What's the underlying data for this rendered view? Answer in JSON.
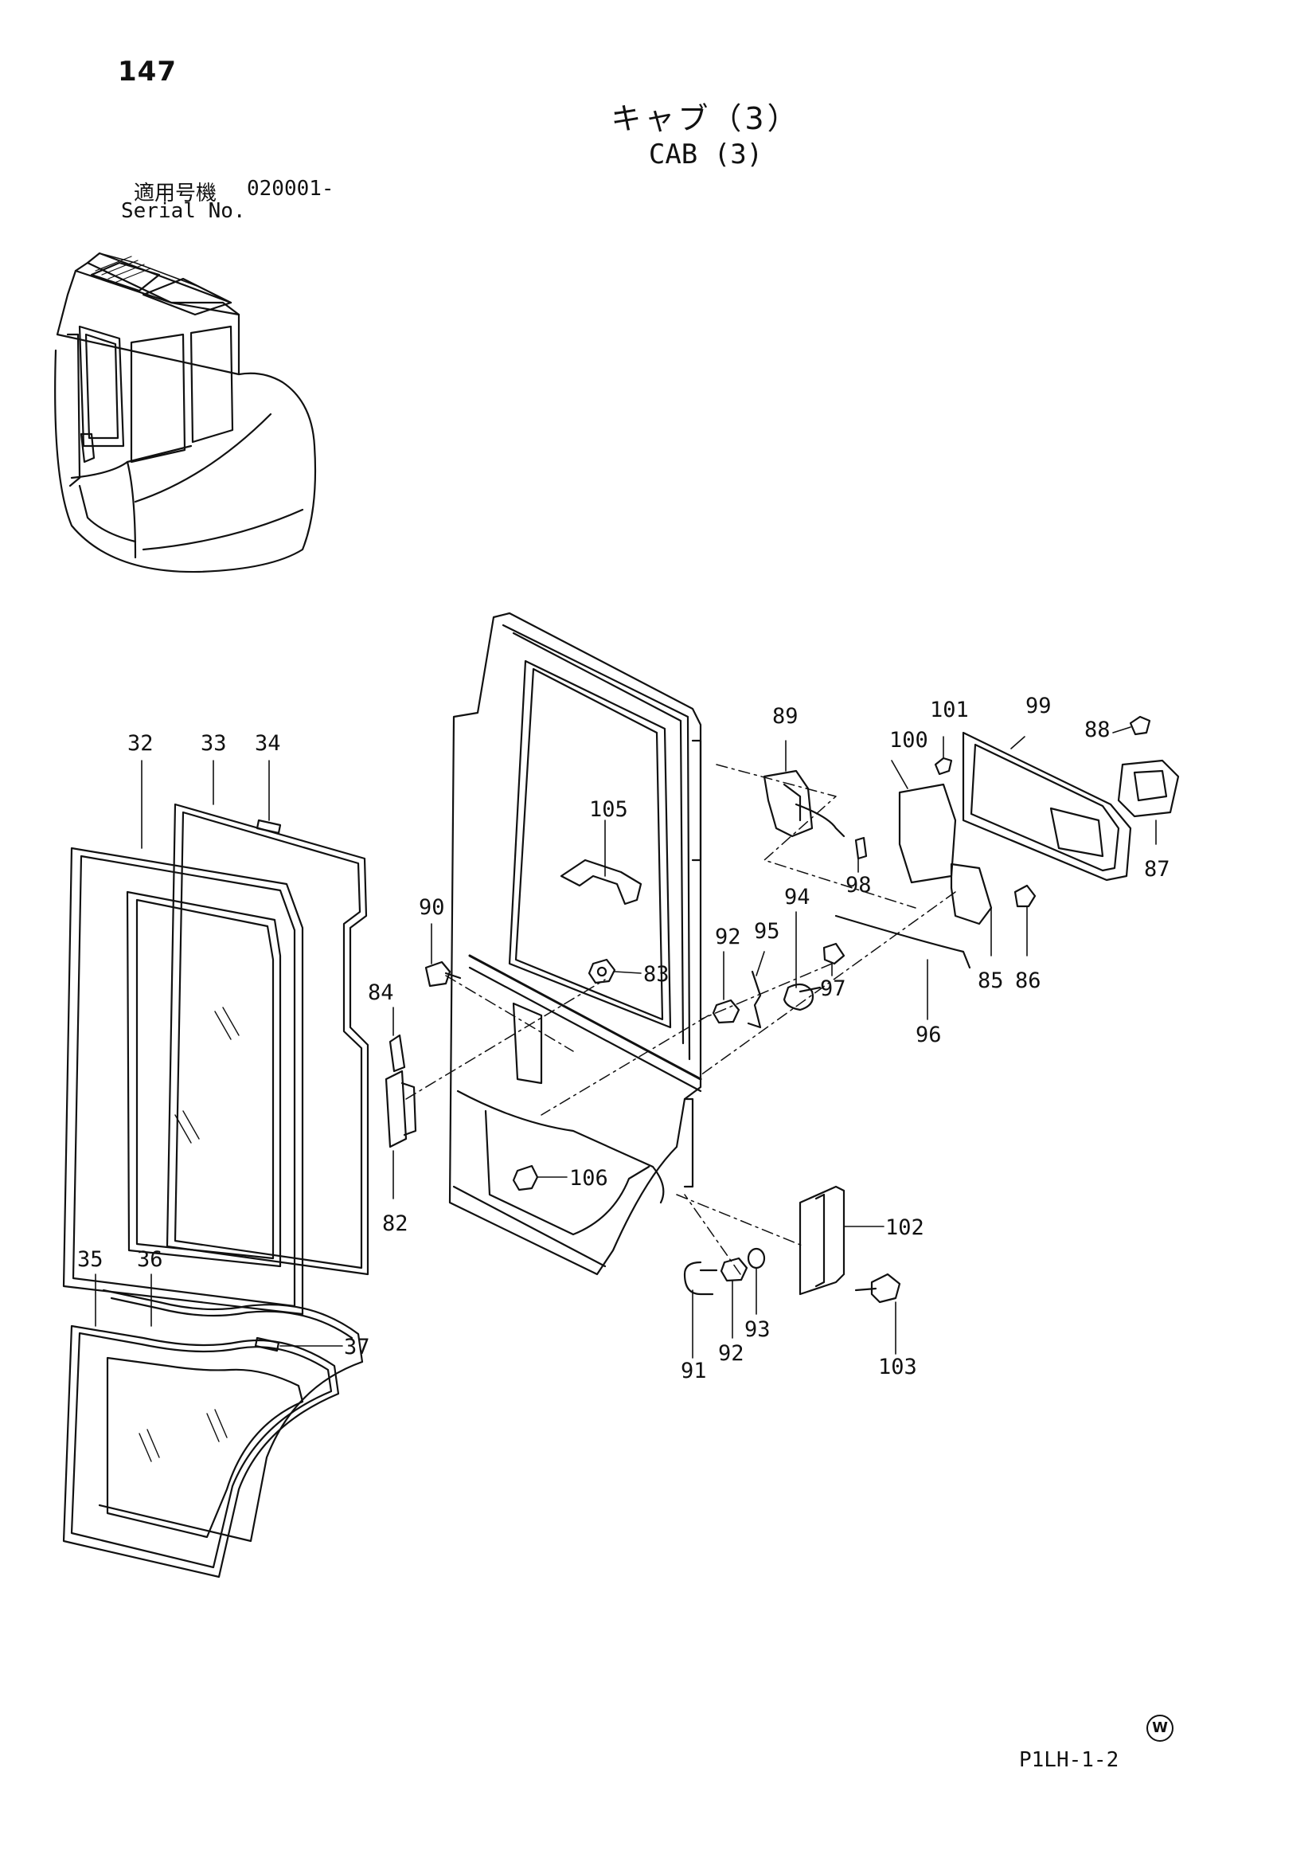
{
  "header": {
    "page_number": "147",
    "title_ja": "キャブ（3）",
    "title_en": "CAB (3)",
    "serial_label_ja": "適用号機",
    "serial_value": "020001-",
    "serial_label_en": "Serial No."
  },
  "footer": {
    "drawing_code": "P1LH-1-2",
    "mark": "W"
  },
  "callouts": [
    "32",
    "33",
    "34",
    "35",
    "36",
    "37",
    "82",
    "83",
    "84",
    "85",
    "86",
    "87",
    "88",
    "89",
    "90",
    "91",
    "92",
    "92",
    "93",
    "94",
    "95",
    "96",
    "97",
    "98",
    "99",
    "100",
    "101",
    "102",
    "103",
    "105",
    "106"
  ]
}
